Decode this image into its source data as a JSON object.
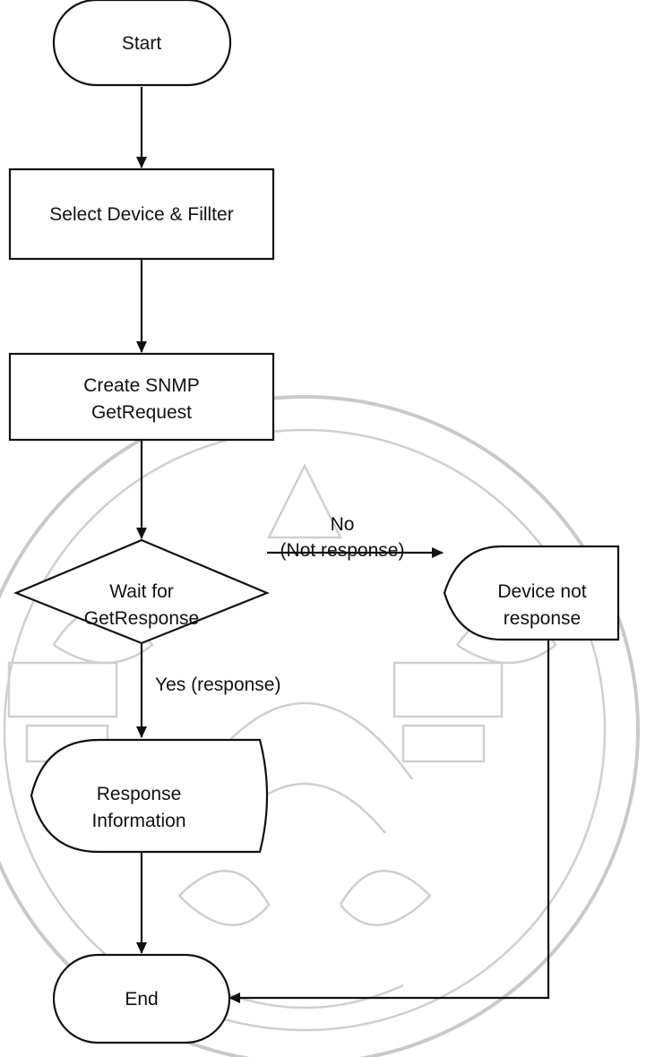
{
  "flowchart": {
    "nodes": {
      "start": {
        "lines": [
          "Start"
        ]
      },
      "select_device": {
        "lines": [
          "Select Device & Fillter"
        ]
      },
      "create_request": {
        "lines": [
          "Create SNMP",
          "GetRequest"
        ]
      },
      "wait_response": {
        "lines": [
          "Wait for",
          "GetResponse"
        ]
      },
      "device_not_response": {
        "lines": [
          "Device not",
          "response"
        ]
      },
      "response_information": {
        "lines": [
          "Response",
          "Information"
        ]
      },
      "end": {
        "lines": [
          "End"
        ]
      }
    },
    "edges": {
      "no_label": [
        "No",
        "(Not response)"
      ],
      "yes_label": [
        "Yes (response)"
      ]
    }
  },
  "colors": {
    "stroke": "#111111",
    "watermark": "#c9c9c9"
  }
}
